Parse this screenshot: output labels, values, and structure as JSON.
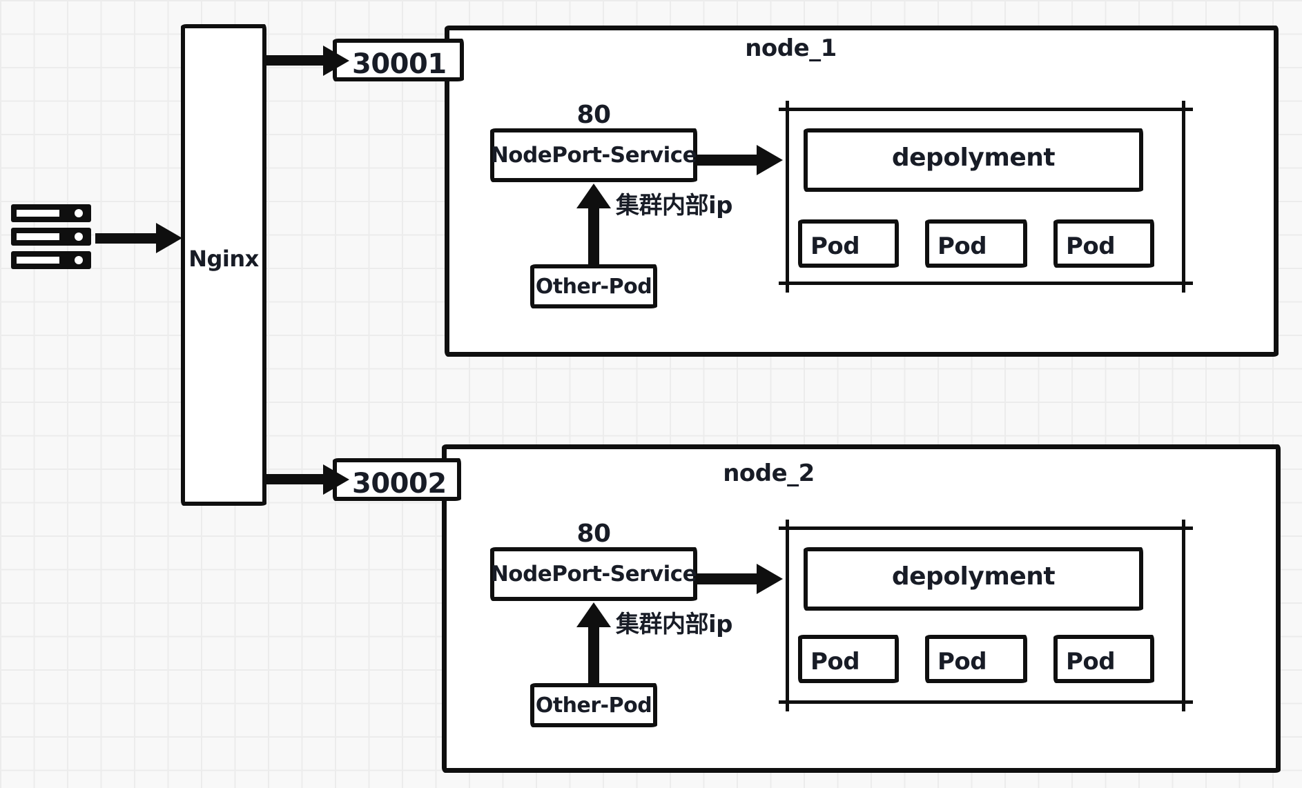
{
  "canvas": {
    "background": "#f8f8f8",
    "grid_line_color": "#ececec",
    "stroke_color": "#0f0f0f",
    "text_color": "#181c26"
  },
  "client": {
    "icon": "server-stack-icon"
  },
  "nginx": {
    "label": "Nginx"
  },
  "ports": [
    {
      "label": "30001"
    },
    {
      "label": "30002"
    }
  ],
  "nodes": [
    {
      "title": "node_1",
      "service_port": "80",
      "service_label": "NodePort-Service",
      "cluster_ip_label": "集群内部ip",
      "other_pod_label": "Other-Pod",
      "deployment_label": "depolyment",
      "pods": [
        "Pod",
        "Pod",
        "Pod"
      ]
    },
    {
      "title": "node_2",
      "service_port": "80",
      "service_label": "NodePort-Service",
      "cluster_ip_label": "集群内部ip",
      "other_pod_label": "Other-Pod",
      "deployment_label": "depolyment",
      "pods": [
        "Pod",
        "Pod",
        "Pod"
      ]
    }
  ]
}
